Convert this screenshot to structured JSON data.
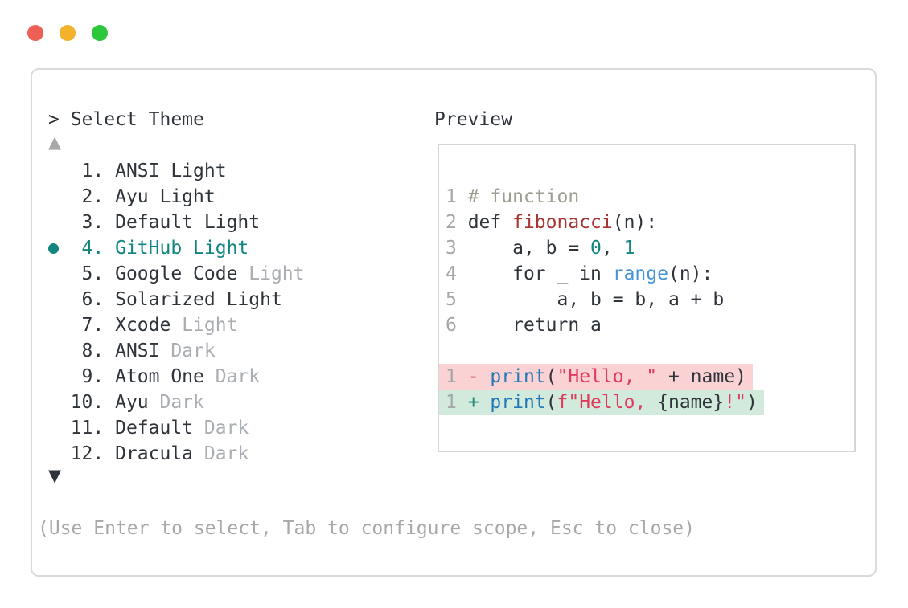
{
  "colors": {
    "text": "#2f343a",
    "dim": "#aaaeb2",
    "line_number": "#a3a7ab",
    "selected": "#11867f",
    "comment": "#9b9e90",
    "function_name": "#a93434",
    "number": "#11867f",
    "builtin": "#4596d9",
    "call": "#2379b7",
    "string": "#e23a5e",
    "removed_sign": "#d94f66",
    "added_sign": "#1f8a78",
    "removed_bg": "#fad2d3",
    "added_bg": "#d2eadc",
    "help": "#a8a8a8"
  },
  "traffic_lights": [
    {
      "name": "close-button",
      "color": "#ee5f56"
    },
    {
      "name": "minimize-button",
      "color": "#f2b22c"
    },
    {
      "name": "zoom-button",
      "color": "#2cc73a"
    }
  ],
  "left_panel": {
    "prompt": "> Select Theme",
    "up_arrow": "▲",
    "down_arrow": "▼",
    "items": [
      {
        "number": "1",
        "name": "ANSI Light",
        "dim": "",
        "selected": false
      },
      {
        "number": "2",
        "name": "Ayu Light",
        "dim": "",
        "selected": false
      },
      {
        "number": "3",
        "name": "Default Light",
        "dim": "",
        "selected": false
      },
      {
        "number": "4",
        "name": "GitHub Light",
        "dim": "",
        "selected": true
      },
      {
        "number": "5",
        "name": "Google Code",
        "dim": "Light",
        "selected": false
      },
      {
        "number": "6",
        "name": "Solarized Light",
        "dim": "",
        "selected": false
      },
      {
        "number": "7",
        "name": "Xcode",
        "dim": "Light",
        "selected": false
      },
      {
        "number": "8",
        "name": "ANSI",
        "dim": "Dark",
        "selected": false
      },
      {
        "number": "9",
        "name": "Atom One",
        "dim": "Dark",
        "selected": false
      },
      {
        "number": "10",
        "name": "Ayu",
        "dim": "Dark",
        "selected": false
      },
      {
        "number": "11",
        "name": "Default",
        "dim": "Dark",
        "selected": false
      },
      {
        "number": "12",
        "name": "Dracula",
        "dim": "Dark",
        "selected": false
      }
    ],
    "help": "(Use Enter to select, Tab to configure scope, Esc to close)"
  },
  "preview": {
    "title": "Preview",
    "lines": [
      {
        "num": "1",
        "bg": "",
        "tokens": [
          {
            "t": "# function",
            "c": "comment"
          }
        ]
      },
      {
        "num": "2",
        "bg": "",
        "tokens": [
          {
            "t": "def ",
            "c": "text"
          },
          {
            "t": "fibonacci",
            "c": "function_name"
          },
          {
            "t": "(n):",
            "c": "text"
          }
        ]
      },
      {
        "num": "3",
        "bg": "",
        "tokens": [
          {
            "t": "    a, b = ",
            "c": "text"
          },
          {
            "t": "0",
            "c": "number"
          },
          {
            "t": ", ",
            "c": "text"
          },
          {
            "t": "1",
            "c": "number"
          }
        ]
      },
      {
        "num": "4",
        "bg": "",
        "tokens": [
          {
            "t": "    for _ in ",
            "c": "text"
          },
          {
            "t": "range",
            "c": "builtin"
          },
          {
            "t": "(n):",
            "c": "text"
          }
        ]
      },
      {
        "num": "5",
        "bg": "",
        "tokens": [
          {
            "t": "        a, b = b, a + b",
            "c": "text"
          }
        ]
      },
      {
        "num": "6",
        "bg": "",
        "tokens": [
          {
            "t": "    return a",
            "c": "text"
          }
        ]
      },
      {
        "num": "",
        "bg": "",
        "tokens": []
      },
      {
        "num": "1",
        "bg": "removed",
        "tokens": [
          {
            "t": "- ",
            "c": "removed_sign"
          },
          {
            "t": "print",
            "c": "call"
          },
          {
            "t": "(",
            "c": "text"
          },
          {
            "t": "\"Hello, \"",
            "c": "string"
          },
          {
            "t": " + name",
            "c": "text"
          },
          {
            "t": ")",
            "c": "text"
          }
        ]
      },
      {
        "num": "1",
        "bg": "added",
        "tokens": [
          {
            "t": "+ ",
            "c": "added_sign"
          },
          {
            "t": "print",
            "c": "call"
          },
          {
            "t": "(",
            "c": "text"
          },
          {
            "t": "f\"Hello, ",
            "c": "string"
          },
          {
            "t": "{name}",
            "c": "text"
          },
          {
            "t": "!\"",
            "c": "string"
          },
          {
            "t": ")",
            "c": "text"
          }
        ]
      }
    ]
  }
}
